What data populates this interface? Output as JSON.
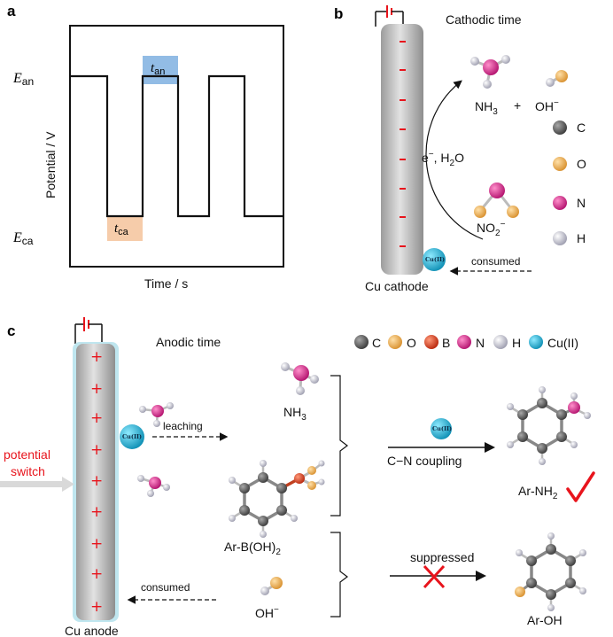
{
  "panel_a": {
    "letter": "a",
    "e_an": "E",
    "e_an_sub": "an",
    "e_ca": "E",
    "e_ca_sub": "ca",
    "t_an": "t",
    "t_an_sub": "an",
    "t_ca": "t",
    "t_ca_sub": "ca",
    "ylabel": "Potential / V",
    "xlabel": "Time / s",
    "colors": {
      "t_an_box": "#7fb0e0",
      "t_ca_box": "#f5c7a1"
    }
  },
  "panel_b": {
    "letter": "b",
    "title": "Cathodic time",
    "electrode_label": "Cu cathode",
    "nh3_prefix": "NH",
    "nh3_sub": "3",
    "plus": "+",
    "oh": "OH",
    "oh_sup": "−",
    "electron_prefix": "e",
    "electron_sup": "−",
    "electron_suffix": ", H",
    "h2o_sub": "2",
    "h2o_o": "O",
    "no2_prefix": "NO",
    "no2_sub": "2",
    "no2_sup": "−",
    "cu_label": "Cu(II)",
    "consumed": "consumed",
    "legend": [
      {
        "label": "C",
        "color": "#5a5a5a"
      },
      {
        "label": "O",
        "color": "#f0b25a"
      },
      {
        "label": "N",
        "color": "#d6218c"
      },
      {
        "label": "H",
        "color": "#c9c9d6"
      }
    ]
  },
  "panel_c": {
    "letter": "c",
    "title": "Anodic time",
    "electrode_label": "Cu anode",
    "switch_line1": "potential",
    "switch_line2": "switch",
    "leaching": "leaching",
    "cu_label": "Cu(II)",
    "nh3_prefix": "NH",
    "nh3_sub": "3",
    "arb_prefix": "Ar-B(OH)",
    "arb_sub": "2",
    "oh": "OH",
    "oh_sup": "−",
    "consumed": "consumed",
    "cn_coupling": "C−N coupling",
    "suppressed": "suppressed",
    "arnh2_prefix": "Ar-NH",
    "arnh2_sub": "2",
    "aroh": "Ar-OH",
    "legend": [
      {
        "label": "C",
        "color": "#5a5a5a"
      },
      {
        "label": "O",
        "color": "#f0b25a"
      },
      {
        "label": "B",
        "color": "#e0422a"
      },
      {
        "label": "N",
        "color": "#d6218c"
      },
      {
        "label": "H",
        "color": "#c9c9d6"
      },
      {
        "label": "Cu(II)",
        "color": "#19b6d6"
      }
    ]
  }
}
